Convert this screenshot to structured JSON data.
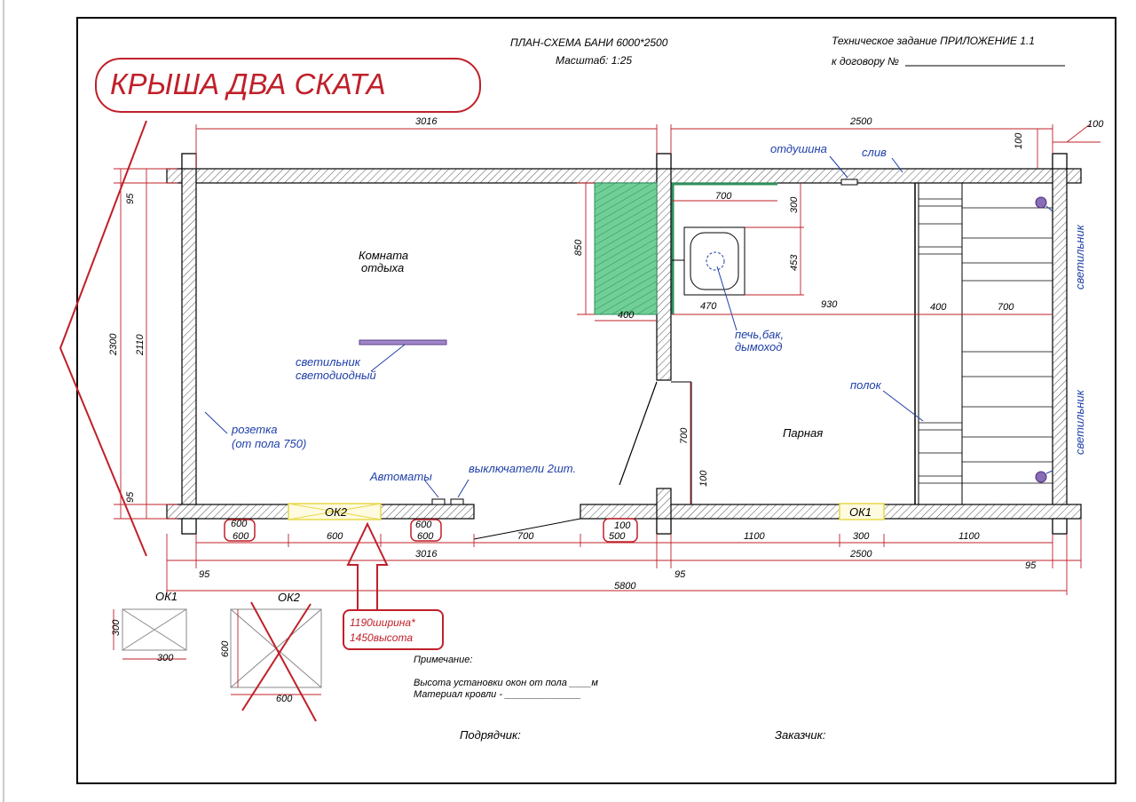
{
  "header": {
    "plan_title": "ПЛАН-СХЕМА БАНИ 6000*2500",
    "scale": "Масштаб: 1:25",
    "spec_title": "Техническое задание  ПРИЛОЖЕНИЕ 1.1",
    "contract": "к договору №"
  },
  "roof_label": "КРЫША ДВА СКАТА",
  "rooms": {
    "rest_line1": "Комната",
    "rest_line2": "отдыха",
    "steam": "Парная"
  },
  "annotations": {
    "lamp_line1": "светильник",
    "lamp_line2": "светодиодный",
    "socket_line1": "розетка",
    "socket_line2": "(от пола 750)",
    "breakers": "Автоматы",
    "switches": "выключатели 2шт.",
    "vent": "отдушина",
    "drain": "слив",
    "stove_line1": "печь,бак,",
    "stove_line2": "дымоход",
    "shelf": "полок",
    "lamp_right_1": "светильник",
    "lamp_right_2": "светильник",
    "door_note_1": "1190ширина*",
    "door_note_2": "1450высота"
  },
  "windows": {
    "ok1": "ОК1",
    "ok2": "ОК2",
    "ok1_legend": "ОК1",
    "ok2_legend": "ОК2",
    "ok1_w": "300",
    "ok1_h": "300",
    "ok2_w": "600",
    "ok2_h": "600"
  },
  "dimensions": {
    "top_left": "3016",
    "top_right": "2500",
    "top_edge": "100",
    "drain_offset": "100",
    "left_outer": "2300",
    "left_inner": "2110",
    "left_top": "95",
    "left_bottom": "95",
    "bench_height": "850",
    "bench_width": "400",
    "stove_top": "700",
    "stove_side": "300",
    "stove_depth": "453",
    "stove_left": "470",
    "stove_right": "930",
    "shelf_gap": "400",
    "shelf_width": "700",
    "door_700": "700",
    "door_100": "100",
    "b_600a": "600",
    "b_600b": "600",
    "b_600c": "600",
    "b_600d": "600",
    "b_600e": "600",
    "b_700": "700",
    "b_100": "100",
    "b_500": "500",
    "b_1100a": "1100",
    "b_300": "300",
    "b_1100b": "1100",
    "bottom_left": "3016",
    "bottom_right": "2500",
    "b_95a": "95",
    "b_95b": "95",
    "b_95c": "95",
    "total": "5800"
  },
  "notes": {
    "note_title": "Примечание:",
    "window_height": "Высота установки окон от пола ____м",
    "roof_material": "Материал кровли - ______________"
  },
  "signatures": {
    "contractor": "Подрядчик:",
    "customer": "Заказчик:"
  }
}
